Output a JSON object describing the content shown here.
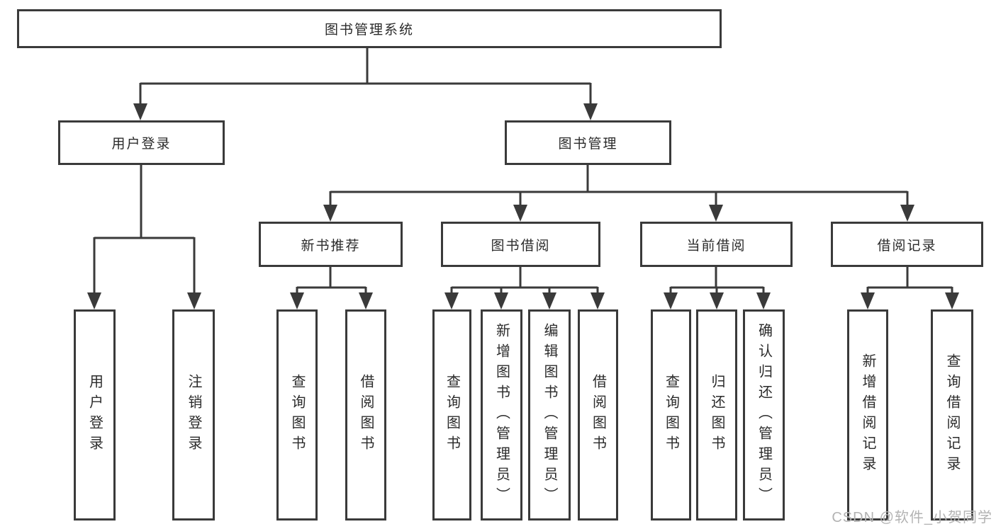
{
  "diagram": {
    "title": "图书管理系统",
    "level2": [
      {
        "id": "user-login",
        "label": "用户登录"
      },
      {
        "id": "book-management",
        "label": "图书管理"
      }
    ],
    "level3": [
      {
        "id": "new-book-recommend",
        "label": "新书推荐",
        "parent": "book-management"
      },
      {
        "id": "book-borrowing",
        "label": "图书借阅",
        "parent": "book-management"
      },
      {
        "id": "current-borrowing",
        "label": "当前借阅",
        "parent": "book-management"
      },
      {
        "id": "borrowing-records",
        "label": "借阅记录",
        "parent": "book-management"
      }
    ],
    "leaves": [
      {
        "id": "user-login-leaf",
        "label": "用户登录",
        "parent": "user-login"
      },
      {
        "id": "logout",
        "label": "注销登录",
        "parent": "user-login"
      },
      {
        "id": "query-books-1",
        "label": "查询图书",
        "parent": "new-book-recommend"
      },
      {
        "id": "borrow-books-1",
        "label": "借阅图书",
        "parent": "new-book-recommend"
      },
      {
        "id": "query-books-2",
        "label": "查询图书",
        "parent": "book-borrowing"
      },
      {
        "id": "add-books-admin",
        "label": "新增图书（管理员）",
        "parent": "book-borrowing"
      },
      {
        "id": "edit-books-admin",
        "label": "编辑图书（管理员）",
        "parent": "book-borrowing"
      },
      {
        "id": "borrow-books-2",
        "label": "借阅图书",
        "parent": "book-borrowing"
      },
      {
        "id": "query-books-3",
        "label": "查询图书",
        "parent": "current-borrowing"
      },
      {
        "id": "return-books",
        "label": "归还图书",
        "parent": "current-borrowing"
      },
      {
        "id": "confirm-return-admin",
        "label": "确认归还（管理员）",
        "parent": "current-borrowing"
      },
      {
        "id": "add-borrow-record",
        "label": "新增借阅记录",
        "parent": "borrowing-records"
      },
      {
        "id": "query-borrow-record",
        "label": "查询借阅记录",
        "parent": "borrowing-records"
      }
    ]
  },
  "watermark": "CSDN @软件_小贺同学",
  "colors": {
    "line": "#3a3a3a",
    "box_border": "#3a3a3a",
    "box_background": "#ffffff",
    "text": "#2b2b2b",
    "watermark": "#b3b3b3"
  }
}
